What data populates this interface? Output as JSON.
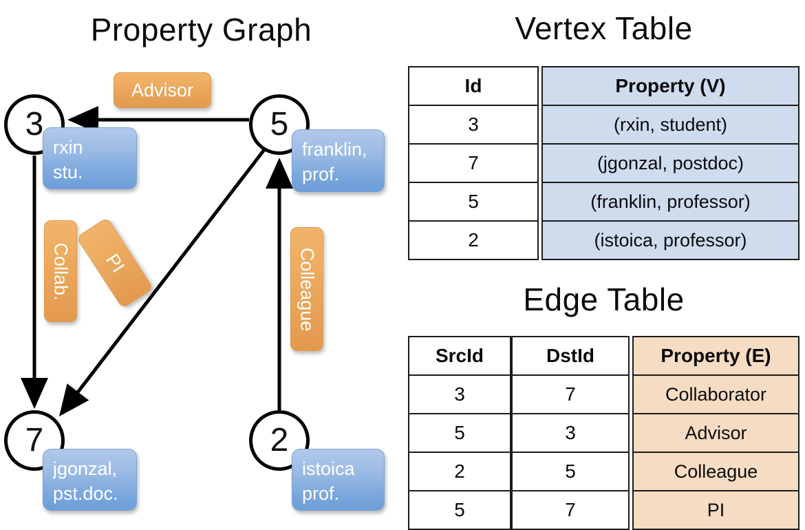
{
  "graph": {
    "title": "Property Graph",
    "nodes": [
      {
        "id": "3",
        "property_line1": "rxin",
        "property_line2": "stu."
      },
      {
        "id": "5",
        "property_line1": "franklin,",
        "property_line2": "prof."
      },
      {
        "id": "7",
        "property_line1": "jgonzal,",
        "property_line2": "pst.doc."
      },
      {
        "id": "2",
        "property_line1": "istoica",
        "property_line2": "prof."
      }
    ],
    "edge_labels": {
      "advisor": "Advisor",
      "collab": "Collab.",
      "pi": "PI",
      "colleague": "Colleague"
    },
    "edges": [
      {
        "src": "5",
        "dst": "3",
        "label": "Advisor"
      },
      {
        "src": "3",
        "dst": "7",
        "label": "Collab."
      },
      {
        "src": "5",
        "dst": "7",
        "label": "PI"
      },
      {
        "src": "2",
        "dst": "5",
        "label": "Colleague"
      }
    ]
  },
  "vertex_table": {
    "title": "Vertex Table",
    "headers": {
      "id": "Id",
      "property": "Property (V)"
    },
    "rows": [
      {
        "id": "3",
        "property": "(rxin, student)"
      },
      {
        "id": "7",
        "property": "(jgonzal, postdoc)"
      },
      {
        "id": "5",
        "property": "(franklin, professor)"
      },
      {
        "id": "2",
        "property": "(istoica, professor)"
      }
    ],
    "property_fill": "#cfdcee"
  },
  "edge_table": {
    "title": "Edge Table",
    "headers": {
      "src": "SrcId",
      "dst": "DstId",
      "property": "Property (E)"
    },
    "rows": [
      {
        "src": "3",
        "dst": "7",
        "property": "Collaborator"
      },
      {
        "src": "5",
        "dst": "3",
        "property": "Advisor"
      },
      {
        "src": "2",
        "dst": "5",
        "property": "Colleague"
      },
      {
        "src": "5",
        "dst": "7",
        "property": "PI"
      }
    ],
    "property_fill": "#f5dcc2"
  },
  "colors": {
    "vertex_box": "#7aa7dd",
    "edge_label_box": "#eead61",
    "stroke": "#000000",
    "background": "#ffffff"
  }
}
